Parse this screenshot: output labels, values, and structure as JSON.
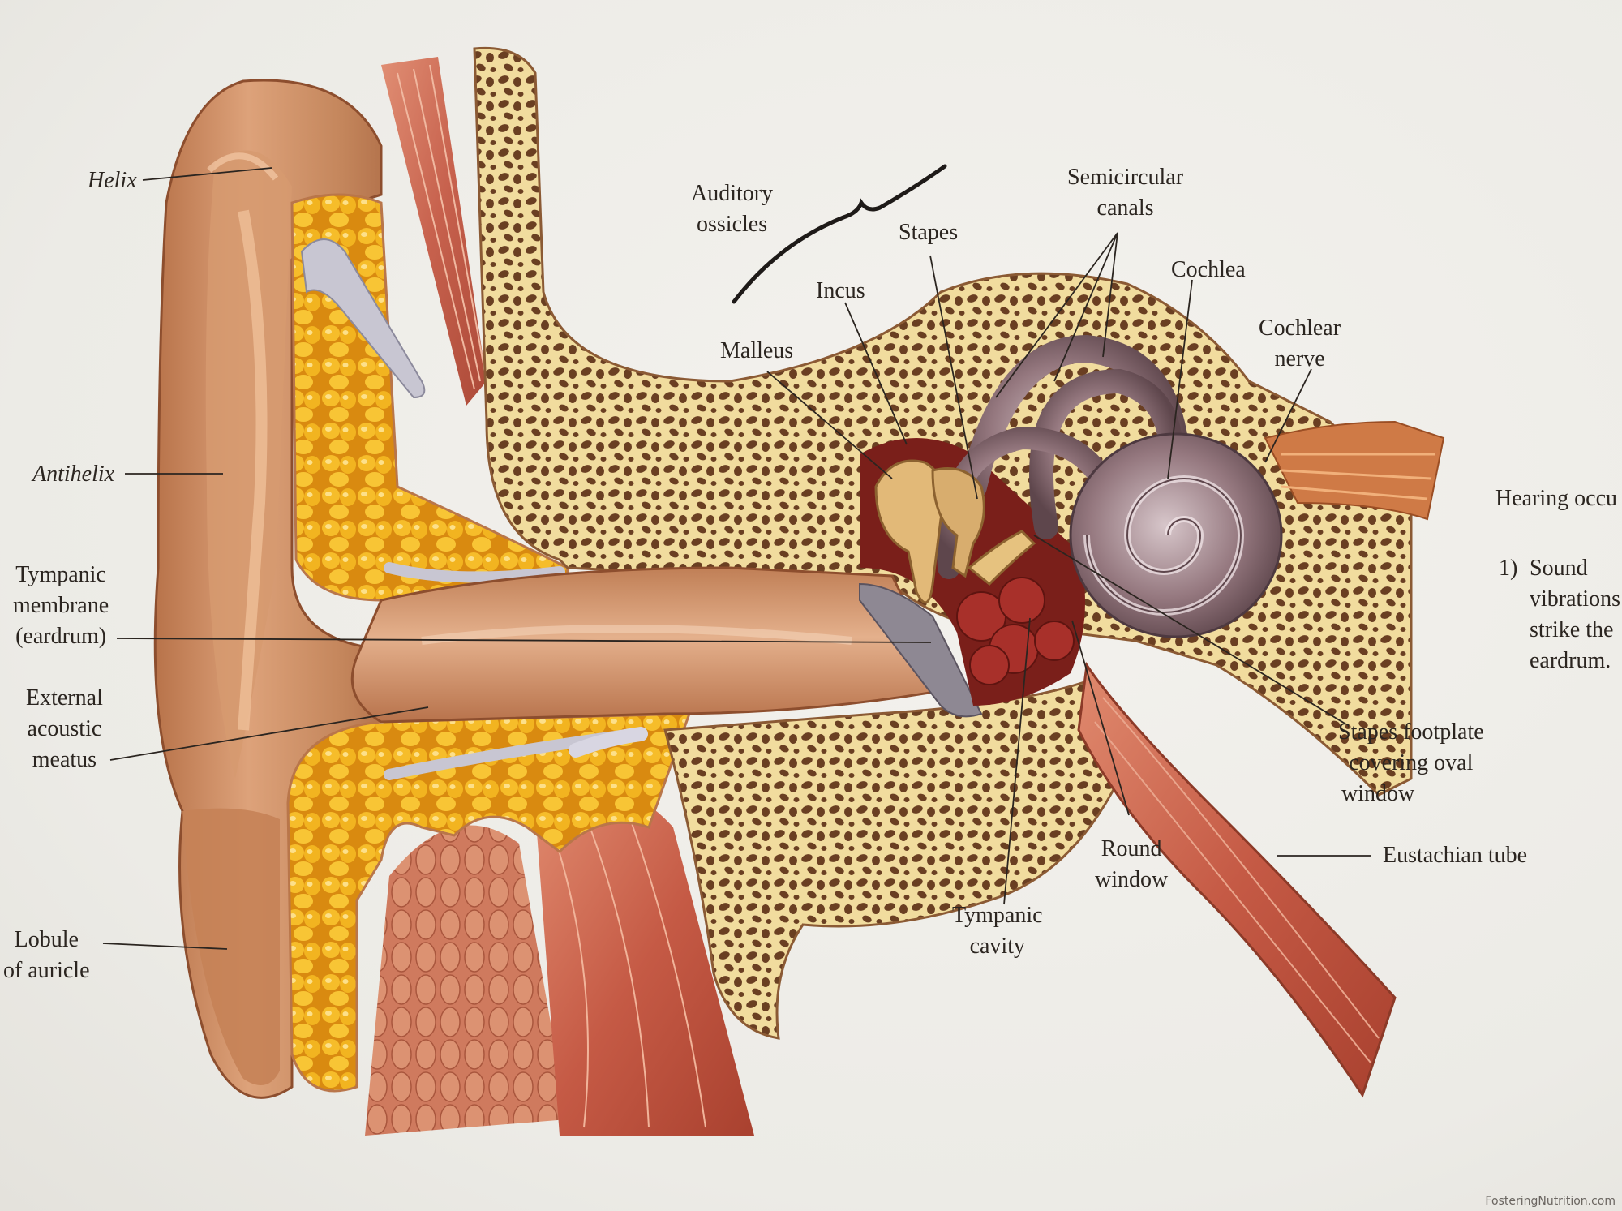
{
  "labels": {
    "helix": "Helix",
    "antihelix": "Antihelix",
    "tympanic_membrane": [
      "Tympanic",
      "membrane",
      "(eardrum)"
    ],
    "external_acoustic_meatus": [
      "External",
      "acoustic",
      "meatus"
    ],
    "lobule": [
      "Lobule",
      "of auricle"
    ],
    "auditory_ossicles": [
      "Auditory",
      "ossicles"
    ],
    "stapes": "Stapes",
    "incus": "Incus",
    "malleus": "Malleus",
    "semicircular_canals": [
      "Semicircular",
      "canals"
    ],
    "cochlea": "Cochlea",
    "cochlear_nerve": [
      "Cochlear",
      "nerve"
    ],
    "stapes_footplate": [
      "Stapes footplate",
      "covering oval",
      "window"
    ],
    "round_window": [
      "Round",
      "window"
    ],
    "tympanic_cavity": [
      "Tympanic",
      "cavity"
    ],
    "eustachian_tube": "Eustachian tube"
  },
  "side_text": {
    "heading": "Hearing occu",
    "step_number": "1)",
    "step_lines": [
      "Sound",
      "vibrations",
      "strike the",
      "eardrum."
    ]
  },
  "watermark": "FosteringNutrition.com",
  "colors": {
    "skin": "#c98a5c",
    "skin_dark": "#9e5a35",
    "fat": "#f2b21e",
    "bone": "#f3dfa6",
    "bone_pores": "#6a3f22",
    "cochlea": "#8c7278",
    "muscle": "#c46452",
    "label_text": "#2b2520"
  }
}
